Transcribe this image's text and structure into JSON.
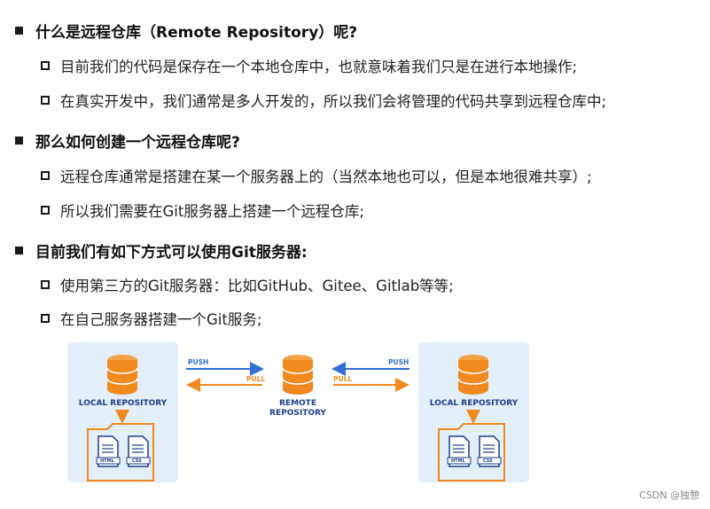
{
  "sections": [
    {
      "title": "什么是远程仓库（Remote Repository）呢?",
      "items": [
        "目前我们的代码是保存在一个本地仓库中，也就意味着我们只是在进行本地操作;",
        "在真实开发中，我们通常是多人开发的，所以我们会将管理的代码共享到远程仓库中;"
      ]
    },
    {
      "title": "那么如何创建一个远程仓库呢?",
      "items": [
        "远程仓库通常是搭建在某一个服务器上的（当然本地也可以，但是本地很难共享）;",
        "所以我们需要在Git服务器上搭建一个远程仓库;"
      ]
    },
    {
      "title": "目前我们有如下方式可以使用Git服务器:",
      "items": [
        "使用第三方的Git服务器：比如GitHub、Gitee、Gitlab等等;",
        "在自己服务器搭建一个Git服务;"
      ]
    }
  ],
  "diagram": {
    "left_label": "LOCAL REPOSITORY",
    "right_label": "LOCAL REPOSITORY",
    "center_label_line1": "REMOTE",
    "center_label_line2": "REPOSITORY",
    "push_label": "PUSH",
    "pull_label": "PULL",
    "file1_label": "HTML",
    "file2_label": "CSS",
    "colors": {
      "database": "#f08a1e",
      "push": "#2f6fd6",
      "pull": "#f08a1e",
      "panel": "#e2eef9",
      "text": "#1c3f8a"
    }
  },
  "watermark": "CSDN @独憩"
}
